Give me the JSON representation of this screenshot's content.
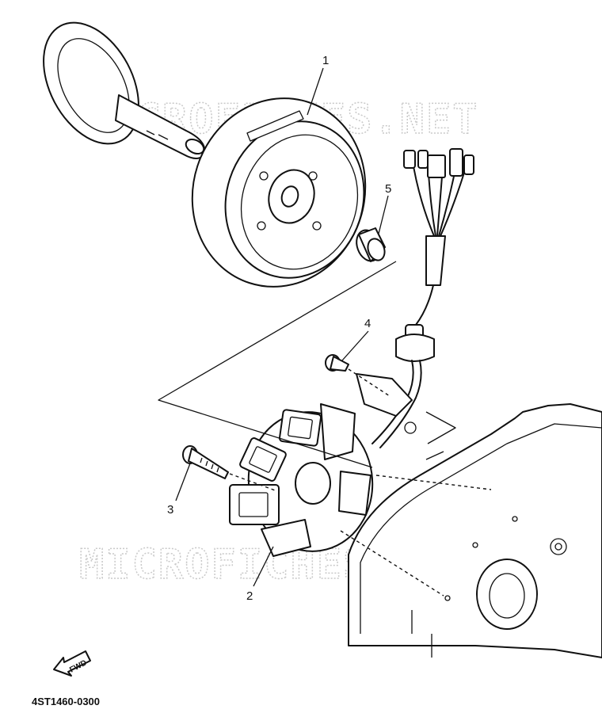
{
  "diagram": {
    "callouts": [
      {
        "id": "1",
        "label": "1"
      },
      {
        "id": "2",
        "label": "2"
      },
      {
        "id": "3",
        "label": "3"
      },
      {
        "id": "4",
        "label": "4"
      },
      {
        "id": "5",
        "label": "5"
      }
    ],
    "watermarks": [
      "MICROFICHES.NET",
      "MICROFICHES.NET"
    ],
    "direction_label": "FWD",
    "diagram_code": "4ST1460-0300"
  }
}
